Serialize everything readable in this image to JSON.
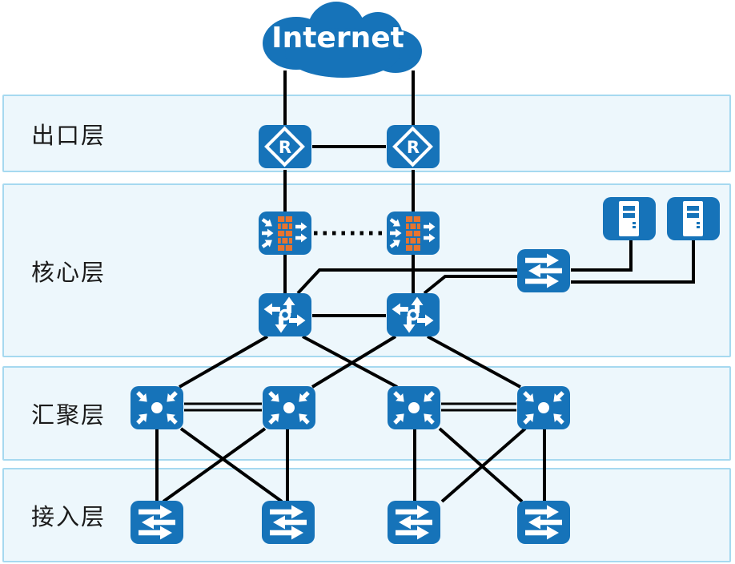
{
  "diagram": {
    "internet_label": "Internet",
    "router_letter": "R"
  },
  "layers": [
    {
      "name": "egress",
      "label": "出口层"
    },
    {
      "name": "core",
      "label": "核心层"
    },
    {
      "name": "aggregation",
      "label": "汇聚层"
    },
    {
      "name": "access",
      "label": "接入层"
    }
  ],
  "nodes": [
    {
      "type": "internet-cloud",
      "icon": "cloud-icon",
      "count": 1,
      "layer": "top"
    },
    {
      "type": "router",
      "icon": "router-icon",
      "count": 2,
      "layer": "egress"
    },
    {
      "type": "firewall",
      "icon": "firewall-icon",
      "count": 2,
      "layer": "core"
    },
    {
      "type": "core-switch",
      "icon": "l3-switch-icon",
      "count": 2,
      "layer": "core"
    },
    {
      "type": "server-switch",
      "icon": "l2-switch-icon",
      "count": 1,
      "layer": "core"
    },
    {
      "type": "server",
      "icon": "server-icon",
      "count": 2,
      "layer": "core"
    },
    {
      "type": "aggregation-switch",
      "icon": "aggregation-switch-icon",
      "count": 4,
      "layer": "aggregation"
    },
    {
      "type": "access-switch",
      "icon": "l2-switch-icon",
      "count": 4,
      "layer": "access"
    }
  ],
  "colors": {
    "device_blue": "#1673B9",
    "brick_orange": "#E8742F",
    "band_fill": "#EDF7FC",
    "band_border": "#A6D9F0",
    "line": "#000000",
    "label_text": "#1A1A1A",
    "cloud_text": "#FFFFFF"
  }
}
